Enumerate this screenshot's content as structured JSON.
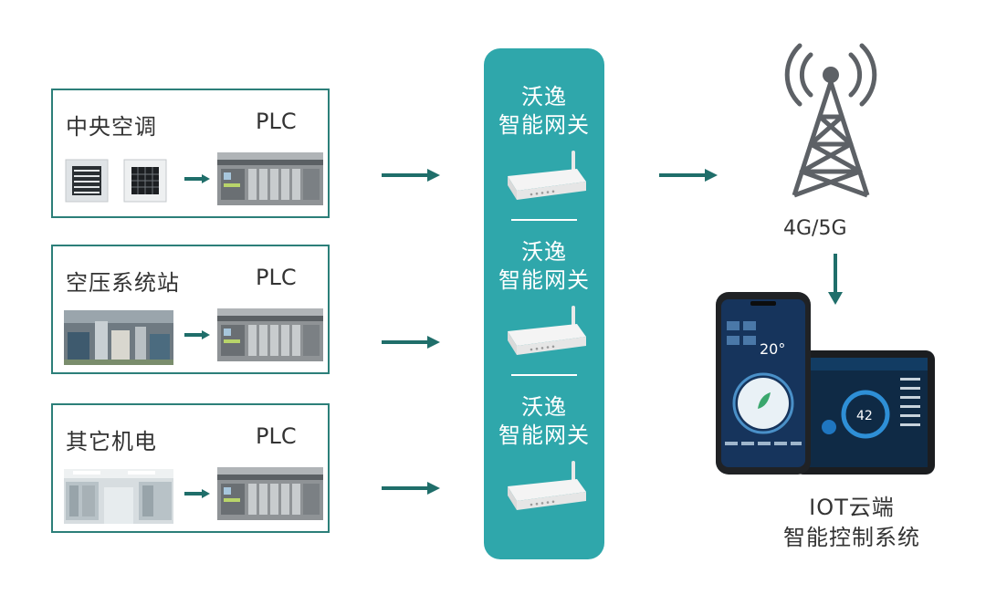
{
  "sources": [
    {
      "title": "中央空调",
      "plc": "PLC"
    },
    {
      "title": "空压系统站",
      "plc": "PLC"
    },
    {
      "title": "其它机电",
      "plc": "PLC"
    }
  ],
  "gateways": [
    {
      "line1": "沃逸",
      "line2": "智能网关"
    },
    {
      "line1": "沃逸",
      "line2": "智能网关"
    },
    {
      "line1": "沃逸",
      "line2": "智能网关"
    }
  ],
  "network": {
    "label": "4G/5G"
  },
  "cloud": {
    "line1": "IOT云端",
    "line2": "智能控制系统"
  },
  "colors": {
    "accent": "#2fa7ab",
    "border": "#2c7f79",
    "arrow": "#1f6e6a"
  },
  "icons": [
    "air-conditioner-icon",
    "plc-icon",
    "compressor-station-icon",
    "electrical-room-icon",
    "router-icon",
    "cell-tower-icon",
    "phone-tablet-icon"
  ]
}
